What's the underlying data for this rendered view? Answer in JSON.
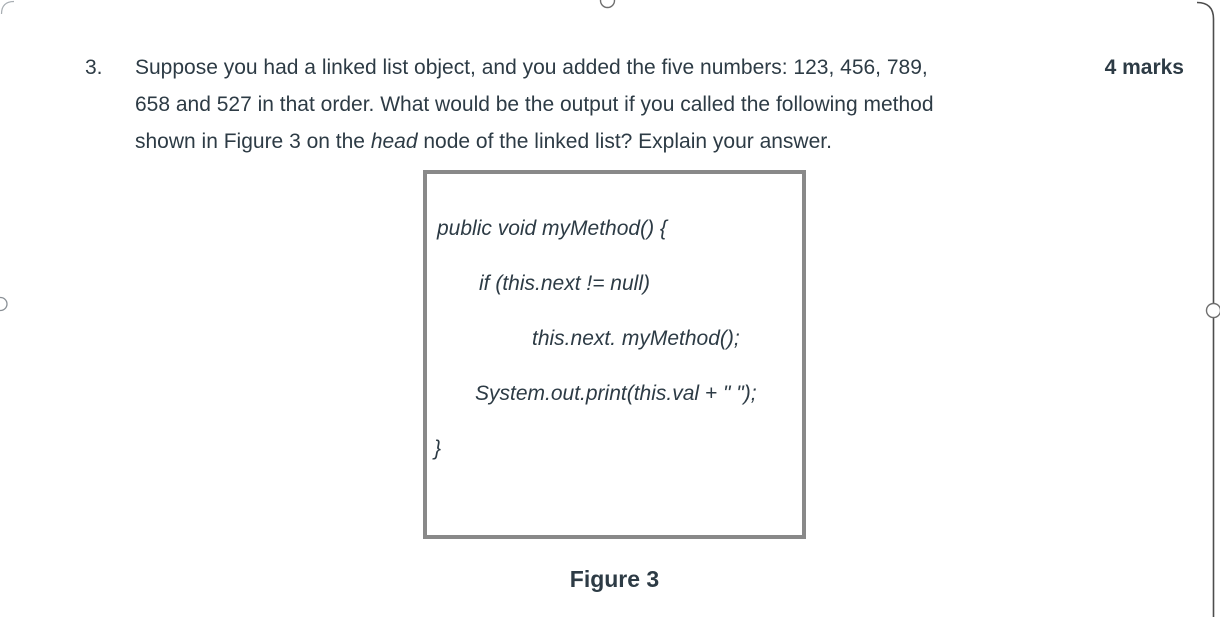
{
  "colors": {
    "text": "#2d3b45",
    "box_border": "#898989",
    "frame_line": "#4d4d4d",
    "handle_stroke": "#6f6f6f"
  },
  "question": {
    "number": "3.",
    "marks": "4 marks",
    "line1": "Suppose you had a linked list object, and you added the five numbers: 123, 456, 789,",
    "line2": "658 and 527 in that order. What would be the output if you called the following method",
    "line3_pre": "shown in Figure 3 on the ",
    "line3_italic": "head",
    "line3_post": " node of the linked list? Explain your answer."
  },
  "figure": {
    "caption": "Figure 3",
    "code_lines": [
      "public void myMethod() {",
      "if (this.next != null)",
      "this.next. myMethod();",
      "System.out.print(this.val + \" \");",
      "}"
    ]
  }
}
